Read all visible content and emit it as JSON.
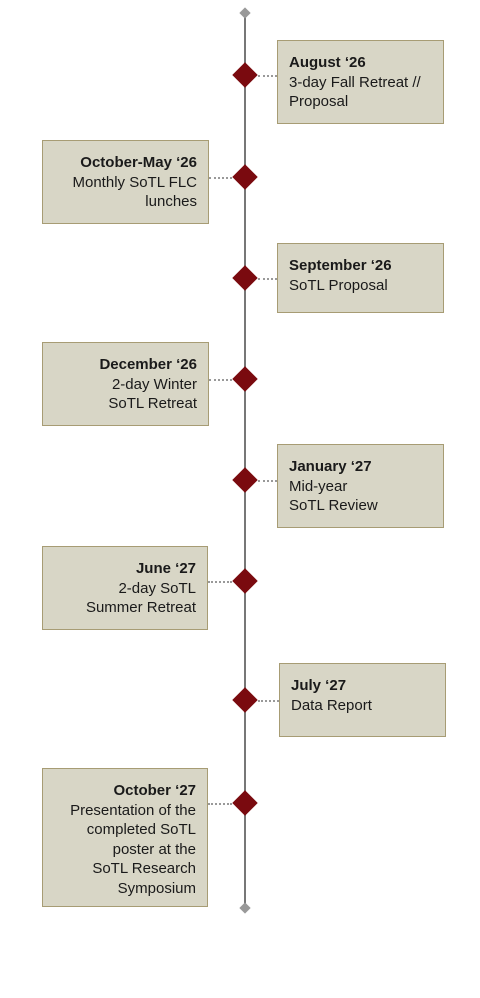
{
  "colors": {
    "card_bg": "#d8d6c6",
    "card_border": "#a79c74",
    "marker": "#7a0a0f",
    "axis": "#777777"
  },
  "events": [
    {
      "date": "August ‘26",
      "desc": "3-day Fall Retreat //\nProposal"
    },
    {
      "date": "October-May ‘26",
      "desc": "Monthly SoTL FLC\nlunches"
    },
    {
      "date": "September ‘26",
      "desc": "SoTL Proposal"
    },
    {
      "date": "December ‘26",
      "desc": "2-day Winter\nSoTL Retreat"
    },
    {
      "date": "January ‘27",
      "desc": "Mid-year\nSoTL Review"
    },
    {
      "date": "June ‘27",
      "desc": "2-day SoTL\nSummer Retreat"
    },
    {
      "date": "July ‘27",
      "desc": "Data Report"
    },
    {
      "date": "October ‘27",
      "desc": "Presentation of the\ncompleted SoTL\nposter at the\nSoTL Research\nSymposium"
    }
  ]
}
